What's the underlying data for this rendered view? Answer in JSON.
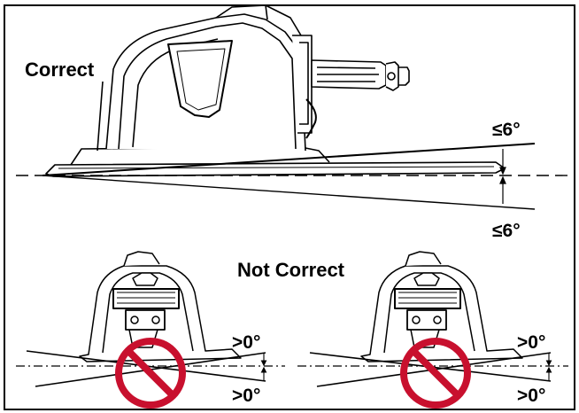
{
  "labels": {
    "correct": "Correct",
    "not_correct": "Not Correct",
    "tilt_up": "≤6°",
    "tilt_down": "≤6°",
    "left_tilt_top": ">0°",
    "left_tilt_bottom": ">0°",
    "right_tilt_top": ">0°",
    "right_tilt_bottom": ">0°"
  },
  "colors": {
    "line": "#000000",
    "prohibit": "#c8102e",
    "background": "#ffffff"
  },
  "icons": {
    "prohibited": "prohibition-icon"
  }
}
